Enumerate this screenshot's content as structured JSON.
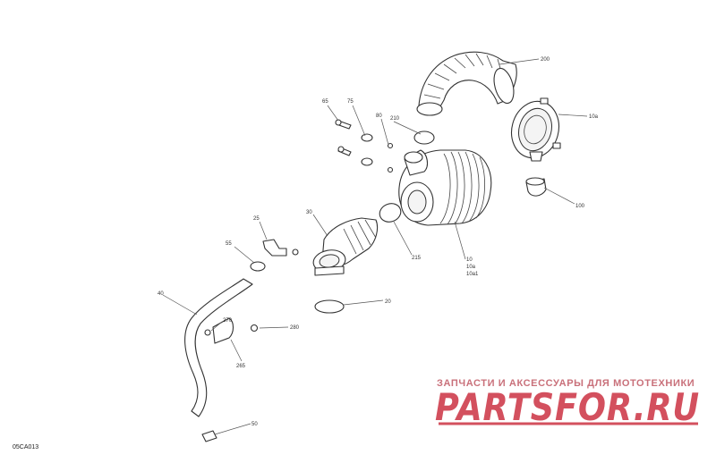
{
  "diagram": {
    "reference_code": "05CA013",
    "callouts": [
      {
        "id": "c200",
        "label": "200"
      },
      {
        "id": "c10a_top",
        "label": "10a"
      },
      {
        "id": "c100",
        "label": "100"
      },
      {
        "id": "c65",
        "label": "65"
      },
      {
        "id": "c75",
        "label": "75"
      },
      {
        "id": "c80",
        "label": "80"
      },
      {
        "id": "c210",
        "label": "210"
      },
      {
        "id": "c30",
        "label": "30"
      },
      {
        "id": "c25",
        "label": "25"
      },
      {
        "id": "c55",
        "label": "55"
      },
      {
        "id": "c215",
        "label": "215"
      },
      {
        "id": "c10",
        "label": "10"
      },
      {
        "id": "c10a",
        "label": "10a"
      },
      {
        "id": "c10a1",
        "label": "10a1"
      },
      {
        "id": "c20",
        "label": "20"
      },
      {
        "id": "c40",
        "label": "40"
      },
      {
        "id": "c270",
        "label": "270"
      },
      {
        "id": "c280",
        "label": "280"
      },
      {
        "id": "c265",
        "label": "265"
      },
      {
        "id": "c50",
        "label": "50"
      }
    ]
  },
  "watermark": {
    "tagline": "ЗАПЧАСТИ И АКСЕССУАРЫ ДЛЯ МОТОТЕХНИКИ",
    "brand": "PARTSFOR.RU"
  }
}
